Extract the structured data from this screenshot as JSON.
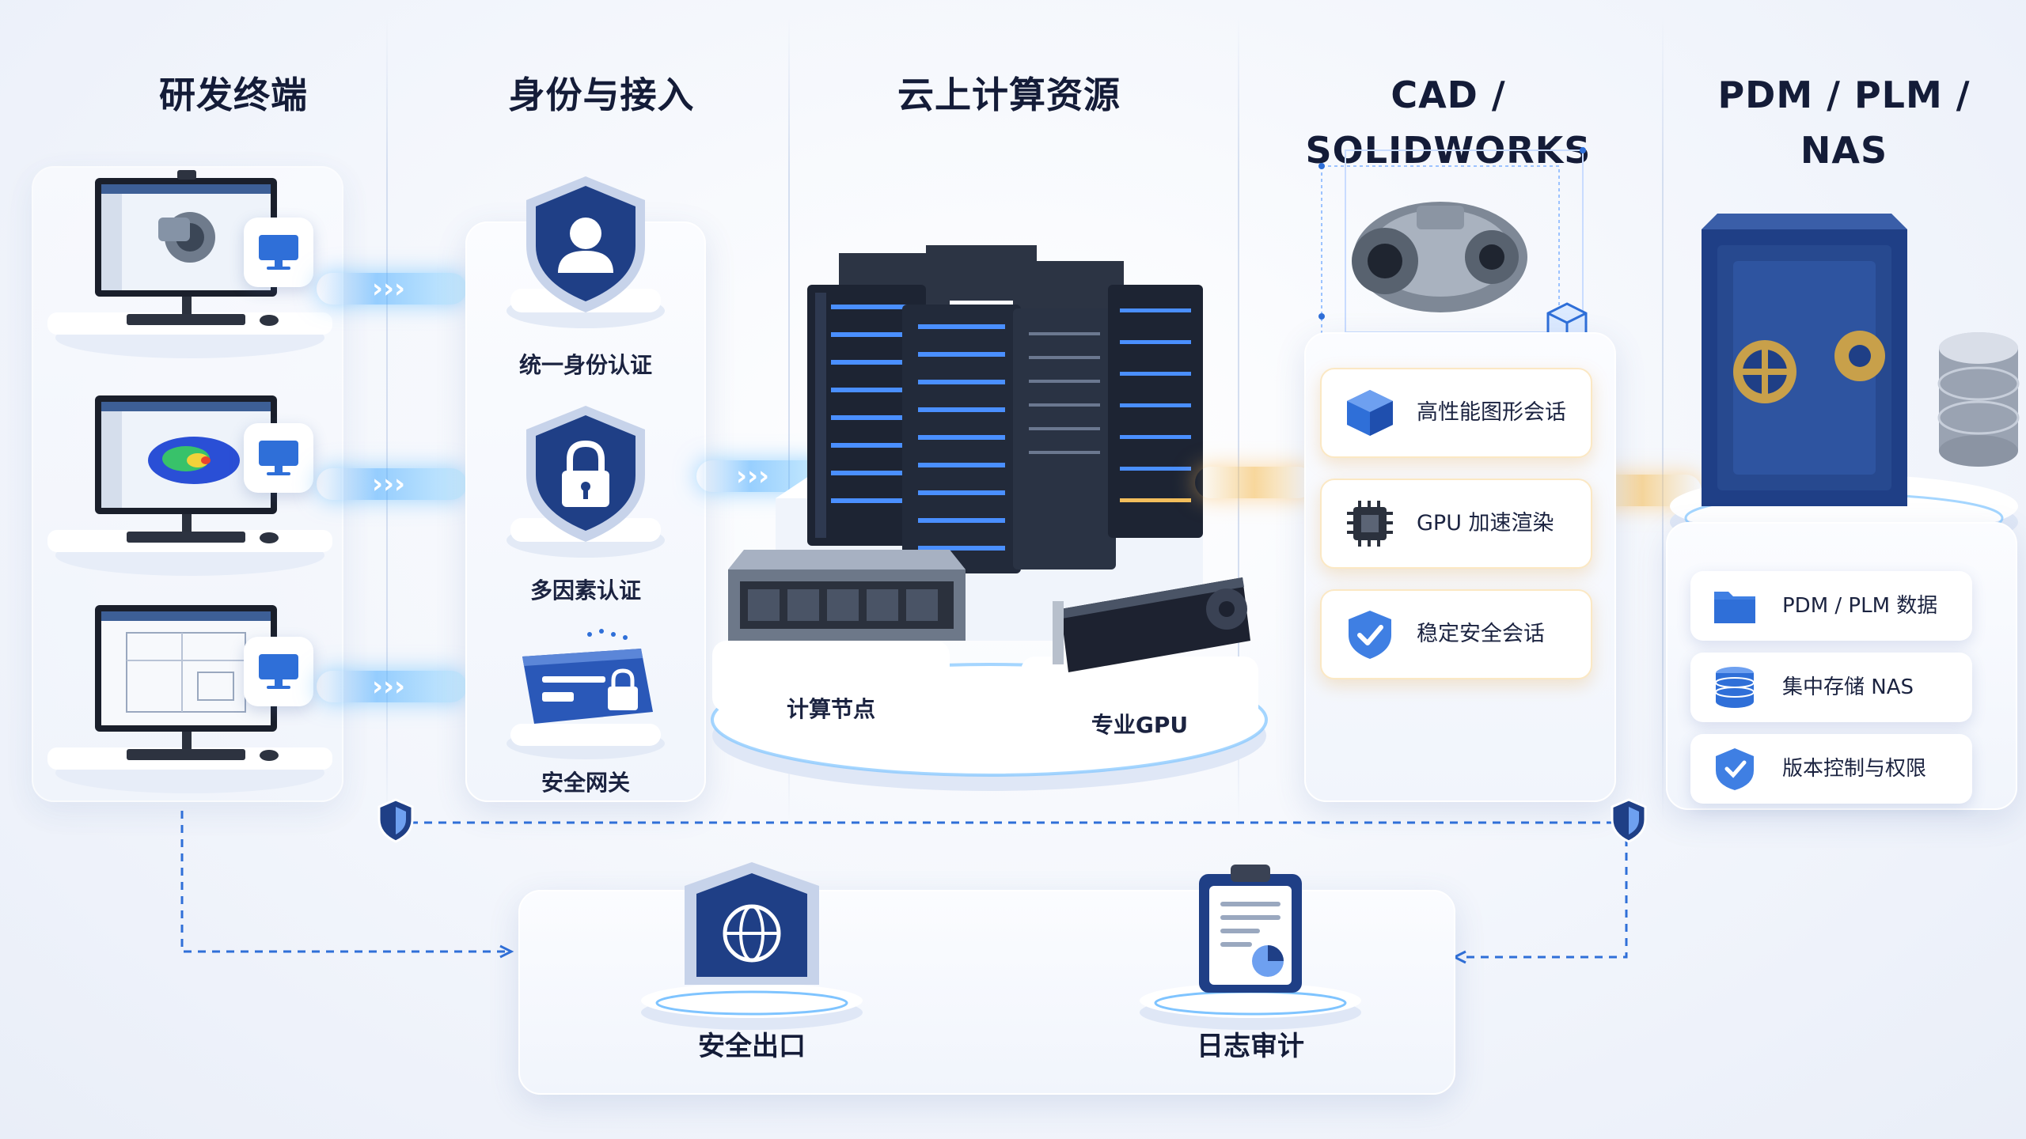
{
  "columns": [
    {
      "title": "研发终端"
    },
    {
      "title": "身份与接入"
    },
    {
      "title": "云上计算资源"
    },
    {
      "title": "CAD / SOLIDWORKS"
    },
    {
      "title": "PDM / PLM / NAS"
    }
  ],
  "terminals": [
    {
      "screen_icon": "monitor-icon",
      "content": "cad-gearbox-model"
    },
    {
      "screen_icon": "monitor-icon",
      "content": "fea-heatmap-model"
    },
    {
      "screen_icon": "monitor-icon",
      "content": "engineering-drawing"
    }
  ],
  "access": [
    {
      "label": "统一身份认证",
      "icon": "user-shield-icon"
    },
    {
      "label": "多因素认证",
      "icon": "lock-shield-icon"
    },
    {
      "label": "安全网关",
      "icon": "gateway-lock-icon"
    }
  ],
  "compute": {
    "node_label": "计算节点",
    "gpu_label": "专业GPU"
  },
  "cad_features": [
    {
      "label": "高性能图形会话",
      "icon": "cube-icon"
    },
    {
      "label": "GPU 加速渲染",
      "icon": "chip-icon"
    },
    {
      "label": "稳定安全会话",
      "icon": "check-shield-icon"
    }
  ],
  "data_items": [
    {
      "label": "PDM / PLM 数据",
      "icon": "folder-icon"
    },
    {
      "label": "集中存储 NAS",
      "icon": "database-icon"
    },
    {
      "label": "版本控制与权限",
      "icon": "shield-icon"
    }
  ],
  "bottom": {
    "egress_label": "安全出口",
    "audit_label": "日志审计"
  },
  "colors": {
    "accent_blue": "#2f6fd8",
    "navy": "#1f3f86",
    "glow_blue": "#52b4ff",
    "glow_gold": "#f2be5c"
  }
}
